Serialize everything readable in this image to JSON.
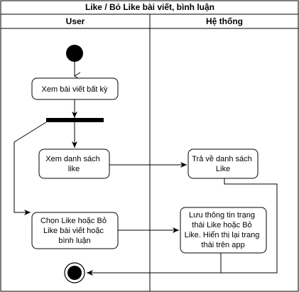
{
  "diagram": {
    "title": "Like / Bỏ Like bài viết, bình luận",
    "lanes": [
      {
        "label": "User"
      },
      {
        "label": "Hệ thống"
      }
    ],
    "nodes": {
      "view_post": {
        "lines": [
          "Xem bài viết bất kỳ"
        ]
      },
      "view_likes": {
        "lines": [
          "Xem danh sách",
          "like"
        ]
      },
      "choose_like": {
        "lines": [
          "Chọn Like hoặc Bỏ",
          "Like bài viết hoặc",
          "bình luận"
        ]
      },
      "return_likes": {
        "lines": [
          "Trả về danh sách",
          "Like"
        ]
      },
      "save_state": {
        "lines": [
          "Lưu thông tin trạng",
          "thái Like hoặc Bỏ",
          "Like. Hiển thị lại trang",
          "thái trên app"
        ]
      }
    }
  }
}
